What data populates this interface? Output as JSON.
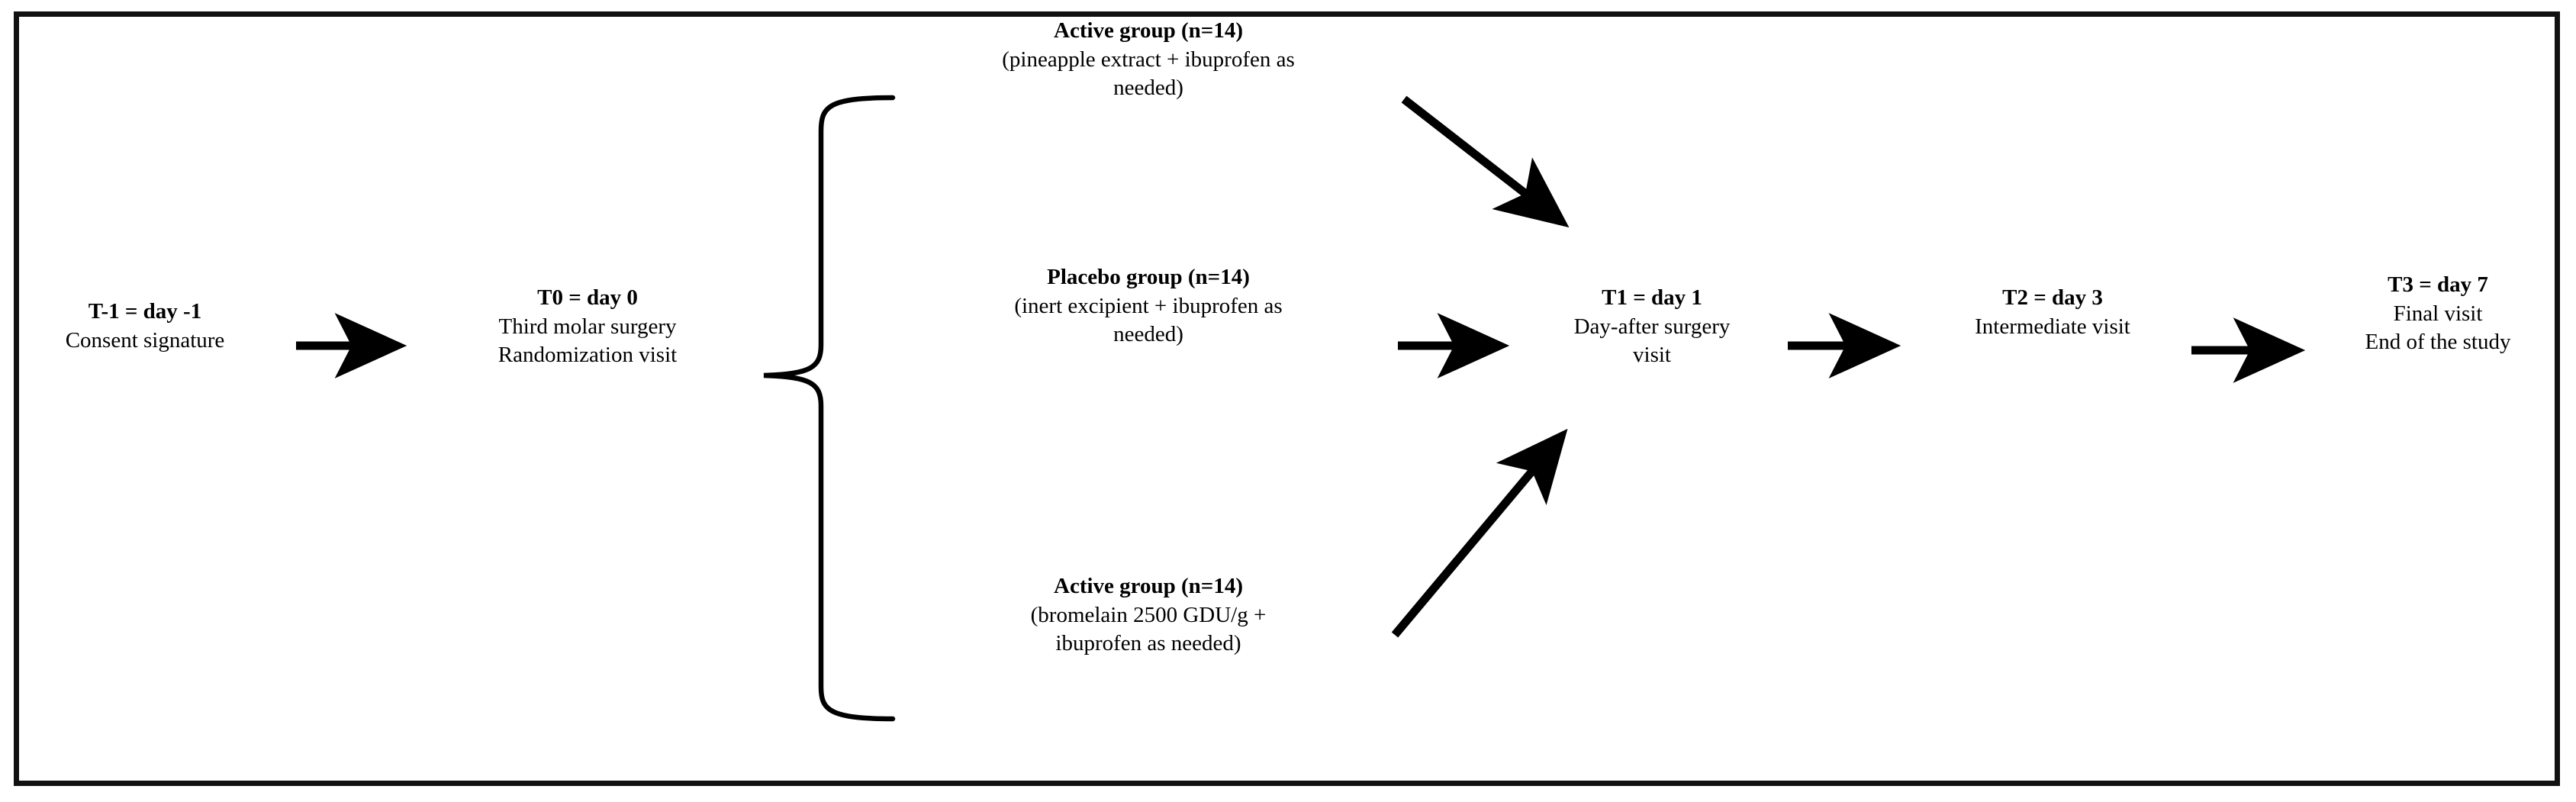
{
  "diagram": {
    "title_present": false,
    "border_color": "#111111",
    "line_color": "#000000",
    "nodes": {
      "t_minus_1": {
        "header": "T-1 = day -1",
        "lines": [
          "Consent signature"
        ]
      },
      "t0": {
        "header": "T0 = day 0",
        "lines": [
          "Third molar surgery",
          "Randomization visit"
        ]
      },
      "active_pineapple": {
        "header": "Active group (n=14)",
        "lines": [
          "(pineapple extract + ibuprofen as",
          "needed)"
        ]
      },
      "placebo": {
        "header": "Placebo group (n=14)",
        "lines": [
          "(inert excipient + ibuprofen as",
          "needed)"
        ]
      },
      "active_bromelain": {
        "header": "Active group (n=14)",
        "lines": [
          "(bromelain 2500 GDU/g +",
          "ibuprofen as needed)"
        ]
      },
      "t1": {
        "header": "T1 = day 1",
        "lines": [
          "Day-after surgery",
          "visit"
        ]
      },
      "t2": {
        "header": "T2 = day 3",
        "lines": [
          "Intermediate visit"
        ]
      },
      "t3": {
        "header": "T3 = day 7",
        "lines": [
          "Final visit",
          "End of the study"
        ]
      }
    },
    "connectors": [
      {
        "name": "arrow-consent-to-surgery",
        "kind": "arrow-right"
      },
      {
        "name": "brace-randomization-groups",
        "kind": "curly-brace"
      },
      {
        "name": "arrow-active-pineapple-to-t1",
        "kind": "arrow-diagonal-down"
      },
      {
        "name": "arrow-placebo-to-t1",
        "kind": "arrow-right"
      },
      {
        "name": "arrow-active-bromelain-to-t1",
        "kind": "arrow-diagonal-up"
      },
      {
        "name": "arrow-t1-to-t2",
        "kind": "arrow-right"
      },
      {
        "name": "arrow-t2-to-t3",
        "kind": "arrow-right"
      }
    ]
  }
}
